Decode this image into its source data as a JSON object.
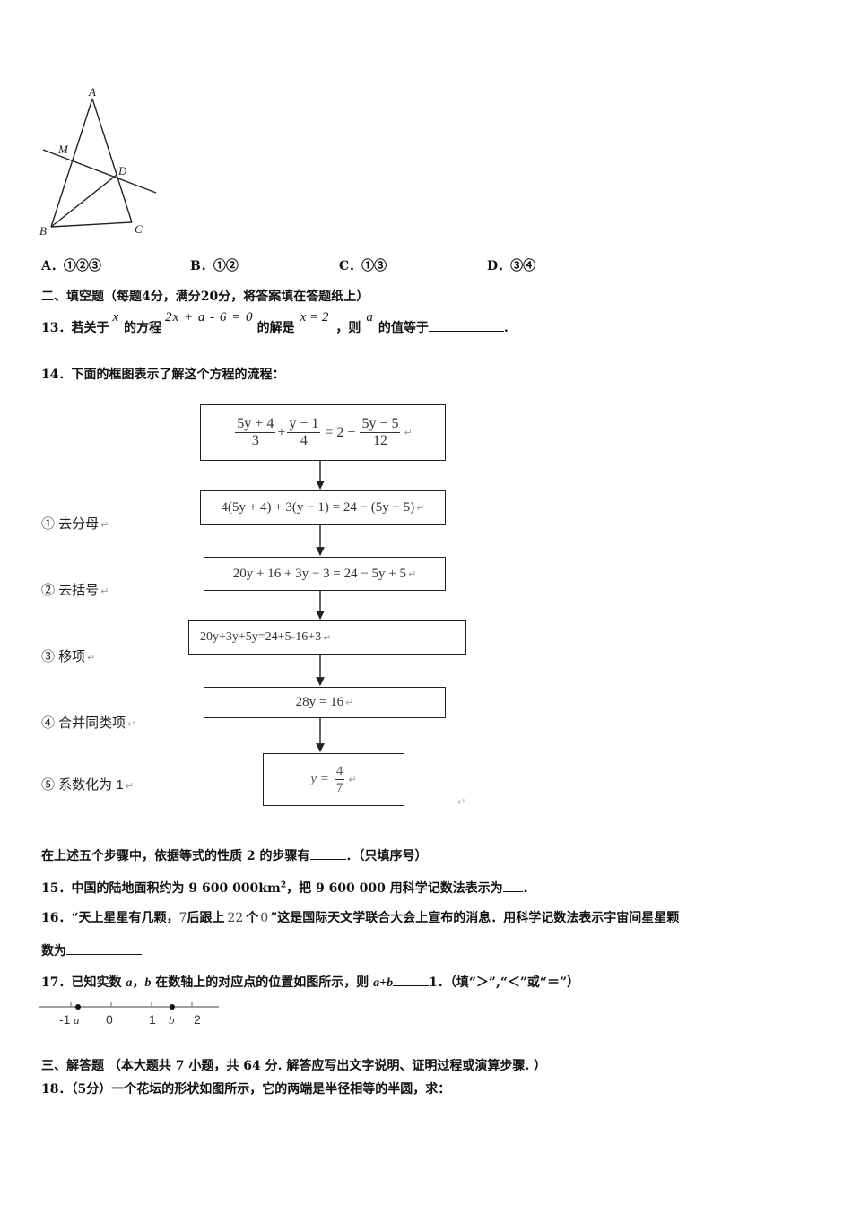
{
  "triangle": {
    "labels": [
      "A",
      "M",
      "D",
      "B",
      "C"
    ]
  },
  "q12_options": [
    {
      "letter": "A．",
      "text": "①②③"
    },
    {
      "letter": "B．",
      "text": "①②"
    },
    {
      "letter": "C．",
      "text": "①③"
    },
    {
      "letter": "D．",
      "text": "③④"
    }
  ],
  "section2_title": "二、填空题（每题4分，满分20分，将答案填在答题纸上）",
  "q13": {
    "num": "13．若关于",
    "var_x": "x",
    "mid1": "的方程",
    "equation": "2x + a - 6 = 0",
    "mid2": "的解是",
    "solution": "x = 2",
    "mid3": "，则",
    "var_a": "a",
    "end": "的值等于",
    "period": "."
  },
  "q14": {
    "intro": "14．下面的框图表示了解这个方程的流程：",
    "box0": {
      "n1": "5y + 4",
      "d1": "3",
      "op1": "+",
      "n2": "y − 1",
      "d2": "4",
      "mid": "= 2 −",
      "n3": "5y − 5",
      "d3": "12"
    },
    "box1": "4(5y + 4) + 3(y − 1) = 24 − (5y − 5)",
    "box2": "20y + 16 + 3y − 3 = 24 − 5y + 5",
    "box3": "20y+3y+5y=24+5-16+3",
    "box4": "28y = 16",
    "box5": {
      "lhs": "y =",
      "num": "4",
      "den": "7"
    },
    "steps": [
      "① 去分母",
      "② 去括号",
      "③ 移项",
      "④ 合并同类项",
      "⑤ 系数化为 1"
    ],
    "question": "在上述五个步骤中，依据等式的性质 2 的步骤有",
    "question_end": "．（只填序号）"
  },
  "q15": {
    "text": "15．中国的陆地面积约为 9 600 000km",
    "sup": "2",
    "text2": "，把 9 600 000 用科学记数法表示为",
    "end": "．"
  },
  "q16": {
    "line1a": "16．“天上星星有几颗，",
    "seven": "7",
    "line1b": "后跟上",
    "twentytwo": "22",
    "line1c": "个",
    "zero": "0",
    "line1d": "”这是国际天文学联合大会上宣布的消息．用科学记数法表示宇宙间星星颗",
    "line2": "数为"
  },
  "q17": {
    "a": "17．已知实数 ",
    "va": "a",
    "b": "，",
    "vb": "b",
    "c": " 在数轴上的对应点的位置如图所示，则 ",
    "expr": "a+b",
    "d": "1．（填“＞”,“＜”或“＝”）",
    "axis_ticks": [
      "-1",
      "0",
      "1",
      "2"
    ],
    "axis_points": [
      "a",
      "b"
    ]
  },
  "section3_title": "三、解答题  （本大题共 7 小题，共 64 分. 解答应写出文字说明、证明过程或演算步骤. ）",
  "q18": "18．（5分）一个花坛的形状如图所示，它的两端是半径相等的半圆，求："
}
